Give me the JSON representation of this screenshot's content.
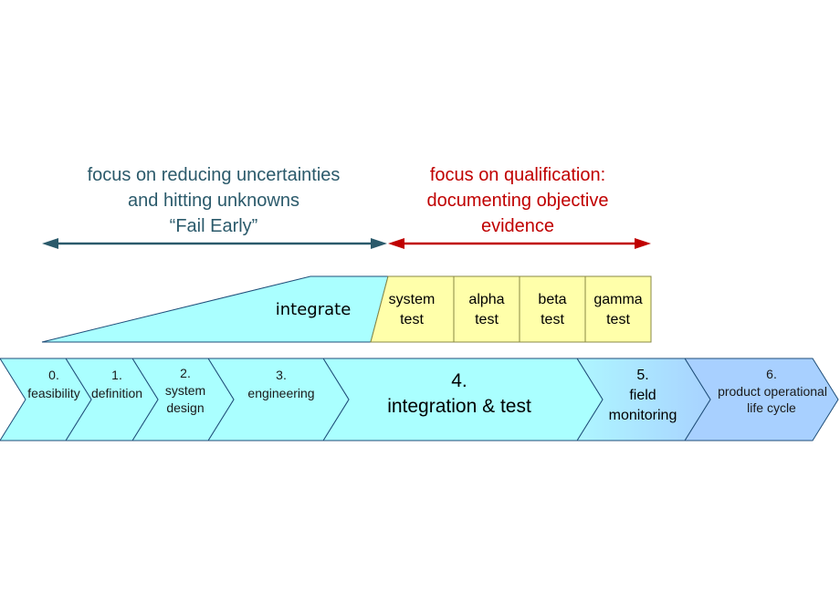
{
  "focus_left": {
    "lines": [
      "focus on reducing uncertainties",
      "and hitting unknowns",
      "“Fail Early”"
    ],
    "color": "#2b5a6b"
  },
  "focus_right": {
    "lines": [
      "focus on qualification:",
      "documenting objective",
      "evidence"
    ],
    "color": "#c00000"
  },
  "integrate_label": "integrate",
  "tests": [
    {
      "lines": [
        "system",
        "test"
      ]
    },
    {
      "lines": [
        "alpha",
        "test"
      ]
    },
    {
      "lines": [
        "beta",
        "test"
      ]
    },
    {
      "lines": [
        "gamma",
        "test"
      ]
    }
  ],
  "phases": [
    {
      "number": "0.",
      "lines": [
        "feasibility"
      ]
    },
    {
      "number": "1.",
      "lines": [
        "definition"
      ]
    },
    {
      "number": "2.",
      "lines": [
        "system",
        "design"
      ]
    },
    {
      "number": "3.",
      "lines": [
        "engineering"
      ]
    },
    {
      "number": "4.",
      "lines": [
        "integration & test"
      ]
    },
    {
      "number": "5.",
      "lines": [
        "field",
        "monitoring"
      ]
    },
    {
      "number": "6.",
      "lines": [
        "product operational",
        "life cycle"
      ]
    }
  ],
  "colors": {
    "cyan": "#aaffff",
    "yellow": "#ffffaa",
    "light_blue": "#a8d8ff",
    "outline": "#1f4e79"
  }
}
